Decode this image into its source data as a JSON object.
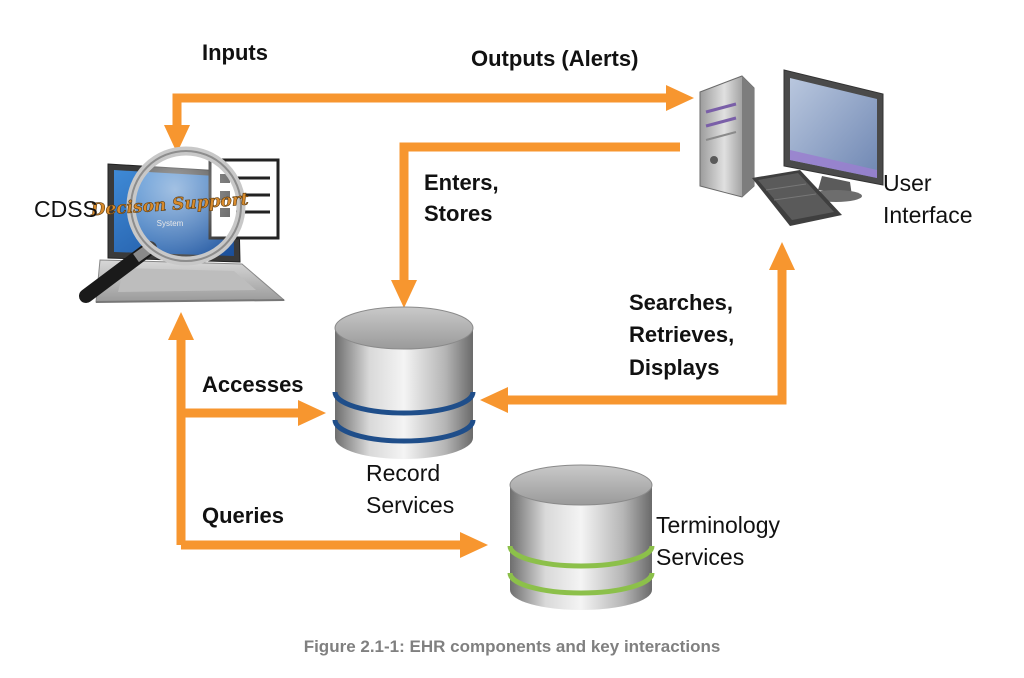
{
  "colors": {
    "arrow": "#F7962F",
    "record_band": "#1F4E8A",
    "terminology_band": "#8CC04A"
  },
  "nodes": {
    "cdss": {
      "label": "CDSS",
      "screen_text": "Decison Support",
      "screen_subtext": "System",
      "icon": "laptop-magnifier-icon"
    },
    "user_interface": {
      "label_line1": "User",
      "label_line2": "Interface",
      "icon": "desktop-computer-icon"
    },
    "record_services": {
      "label_line1": "Record",
      "label_line2": "Services",
      "icon": "database-icon"
    },
    "terminology_services": {
      "label_line1": "Terminology",
      "label_line2": "Services",
      "icon": "database-icon"
    }
  },
  "edges": {
    "inputs": "Inputs",
    "outputs": "Outputs (Alerts)",
    "enters_line1": "Enters,",
    "enters_line2": "Stores",
    "searches_line1": "Searches,",
    "searches_line2": "Retrieves,",
    "searches_line3": "Displays",
    "accesses": "Accesses",
    "queries": "Queries"
  },
  "caption": "Figure 2.1-1: EHR components and key interactions"
}
